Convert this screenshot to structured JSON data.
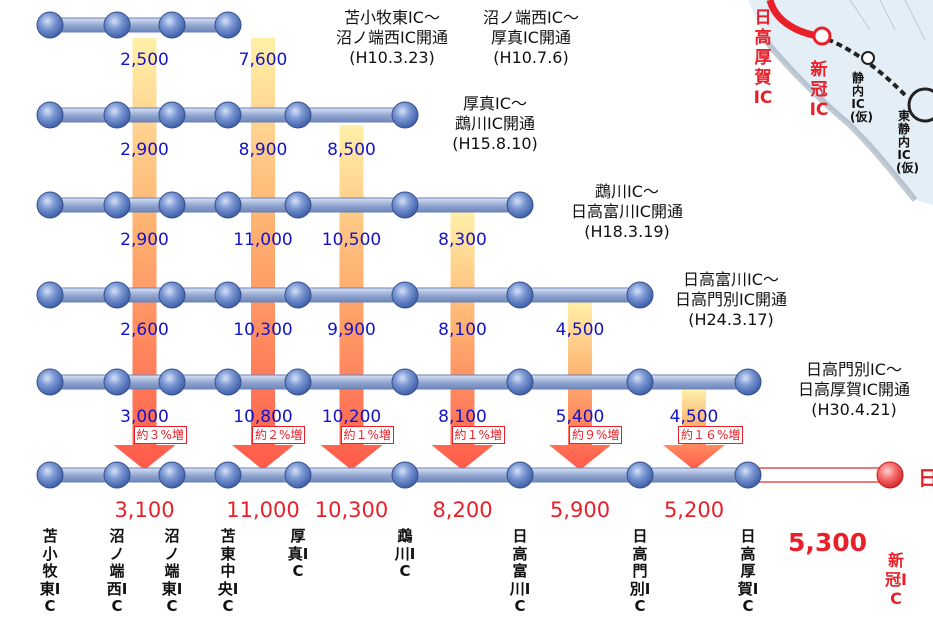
{
  "title": "",
  "colors": {
    "bar": "#8fa4cf",
    "node": "#5d7fc3",
    "value_text": "#1414c8",
    "accent_red": "#e8202a",
    "new_segment": "#f07a7a",
    "map_bg": "#e3eef7"
  },
  "captions": [
    {
      "lines": [
        "苫小牧東IC～",
        "沼ノ端西IC開通",
        "(H10.3.23)"
      ]
    },
    {
      "lines": [
        "沼ノ端西IC～",
        "厚真IC開通",
        "(H10.7.6)"
      ]
    },
    {
      "lines": [
        "厚真IC～",
        "鵡川IC開通",
        "(H15.8.10)"
      ]
    },
    {
      "lines": [
        "鵡川IC～",
        "日高富川IC開通",
        "(H18.3.19)"
      ]
    },
    {
      "lines": [
        "日高富川IC～",
        "日高門別IC開通",
        "(H24.3.17)"
      ]
    },
    {
      "lines": [
        "日高門別IC～",
        "日高厚賀IC開通",
        "(H30.4.21)"
      ]
    }
  ],
  "rows": [
    {
      "values": [
        "2,500",
        "7,600"
      ]
    },
    {
      "values": [
        "2,900",
        "8,900",
        "8,500"
      ]
    },
    {
      "values": [
        "2,900",
        "11,000",
        "10,500",
        "8,300"
      ]
    },
    {
      "values": [
        "2,600",
        "10,300",
        "9,900",
        "8,100",
        "4,500"
      ]
    },
    {
      "values": [
        "3,000",
        "10,800",
        "10,200",
        "8,100",
        "5,400",
        "4,500"
      ]
    }
  ],
  "increases": [
    "約３%増",
    "約２%増",
    "約１%増",
    "約１%増",
    "約９%増",
    "約１６%増"
  ],
  "final_values": [
    "3,100",
    "11,000",
    "10,300",
    "8,200",
    "5,900",
    "5,200"
  ],
  "new_value": "5,300",
  "interchanges": [
    "苫小牧東IC",
    "沼ノ端西IC",
    "沼ノ端東IC",
    "苫東中央IC",
    "厚真IC",
    "鵡川IC",
    "日高富川IC",
    "日高門別IC",
    "日高厚賀IC"
  ],
  "new_interchange": "新冠IC",
  "edge_label": "日",
  "map": {
    "labels": [
      "日高厚賀IC",
      "新冠IC",
      "静内IC(仮)",
      "東静内IC(仮)"
    ]
  }
}
